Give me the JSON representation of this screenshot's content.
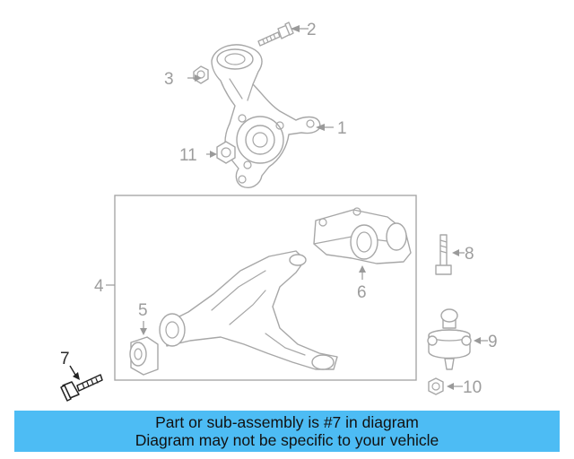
{
  "diagram": {
    "callouts": [
      "1",
      "2",
      "3",
      "4",
      "5",
      "6",
      "7",
      "8",
      "9",
      "10",
      "11"
    ],
    "highlighted_part": "7"
  },
  "banner": {
    "line1": "Part or sub-assembly is #7 in diagram",
    "line2": "Diagram may not be specific to your vehicle",
    "background": "#4dbcf4"
  }
}
